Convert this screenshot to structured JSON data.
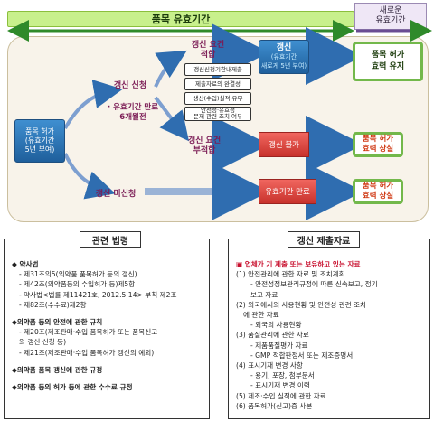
{
  "timeline": {
    "validity_label": "품목 유효기간",
    "new_validity_label": "새로운\n유효기간"
  },
  "flow": {
    "product_permit": "품목 허가\n(유효기간\n5년 부여)",
    "renewal_apply": "갱신 신청",
    "apply_deadline": "· 유효기간 만료\n6개월전",
    "non_apply": "갱신 미신청",
    "req_met": "갱신 요건\n적합",
    "req_unmet": "갱신 요건\n부적합",
    "requirements": [
      "갱신신청기한내제출",
      "제출자료의 완결성",
      "생산(수입)실적 유무",
      "안전성·유효성\n문제 관련 조치 여부"
    ],
    "renewal": "갱신",
    "renewal_sub": "(유효기간\n새로게 5년 부여)",
    "renewal_refused": "갱신 불가",
    "expiry": "유효기간 만료",
    "validity_maintained": "품목 허가\n효력 유지",
    "permit_lapse": "품목 허가\n효력 상실"
  },
  "laws": {
    "title": "관련 법령",
    "lines": [
      {
        "text": "◆ 약사법",
        "style": "head"
      },
      {
        "text": "- 제31조의5(의약품 품목허가 등의 갱신)",
        "style": "ind"
      },
      {
        "text": "- 제42조(의약품등의 수입허가 등)제5항",
        "style": "ind"
      },
      {
        "text": "- 약사법<법률 제11421호, 2012.5.14> 부칙 제2조",
        "style": "ind"
      },
      {
        "text": "- 제82조(수수료)제2항",
        "style": "ind"
      },
      {
        "text": "",
        "style": "gap"
      },
      {
        "text": "◆의약품 등의 안전에 관한 규칙",
        "style": "head"
      },
      {
        "text": "- 제20조(제조판매·수입 품목허가 또는 품목신고",
        "style": "ind"
      },
      {
        "text": "의 갱신 신청 등)",
        "style": "ind"
      },
      {
        "text": "- 제21조(제조판매·수입 품목허가 갱신의 예외)",
        "style": "ind"
      },
      {
        "text": "",
        "style": "gap"
      },
      {
        "text": "◆의약품 품목 갱신에 관한 규정",
        "style": "head"
      },
      {
        "text": "",
        "style": "gap"
      },
      {
        "text": "◆의약품 등의 허가 등에 관한 수수료 규정",
        "style": "head"
      }
    ]
  },
  "docs": {
    "title": "갱신 제출자료",
    "lines": [
      {
        "text": "▣ 업체가 기 제출 또는 보유하고 있는 자료",
        "style": "redhead"
      },
      {
        "text": "(1) 안전관리에 관한 자료 및 조치계획",
        "style": "plain"
      },
      {
        "text": "- 안전성정보관리규정에 따른 신속보고, 정기",
        "style": "ind2"
      },
      {
        "text": "보고 자료",
        "style": "ind2"
      },
      {
        "text": "(2) 외국에서의 사용현황 및 안전성 관련 조치",
        "style": "plain"
      },
      {
        "text": "에 관한 자료",
        "style": "ind"
      },
      {
        "text": "- 외국의 사용현황",
        "style": "ind2"
      },
      {
        "text": "(3) 품질관리에 관한 자료",
        "style": "plain"
      },
      {
        "text": "- 제품품질평가 자료",
        "style": "ind2"
      },
      {
        "text": "- GMP 적합판정서 또는 제조증명서",
        "style": "ind2"
      },
      {
        "text": "(4) 표시기재 변경 사항",
        "style": "plain"
      },
      {
        "text": "- 용기, 포장, 첨부문서",
        "style": "ind2"
      },
      {
        "text": "- 표시기재 변경 이력",
        "style": "ind2"
      },
      {
        "text": "(5) 제조·수입 실적에 관한 자료",
        "style": "plain"
      },
      {
        "text": "(6) 품목허가(신고)증 사본",
        "style": "plain"
      }
    ]
  }
}
